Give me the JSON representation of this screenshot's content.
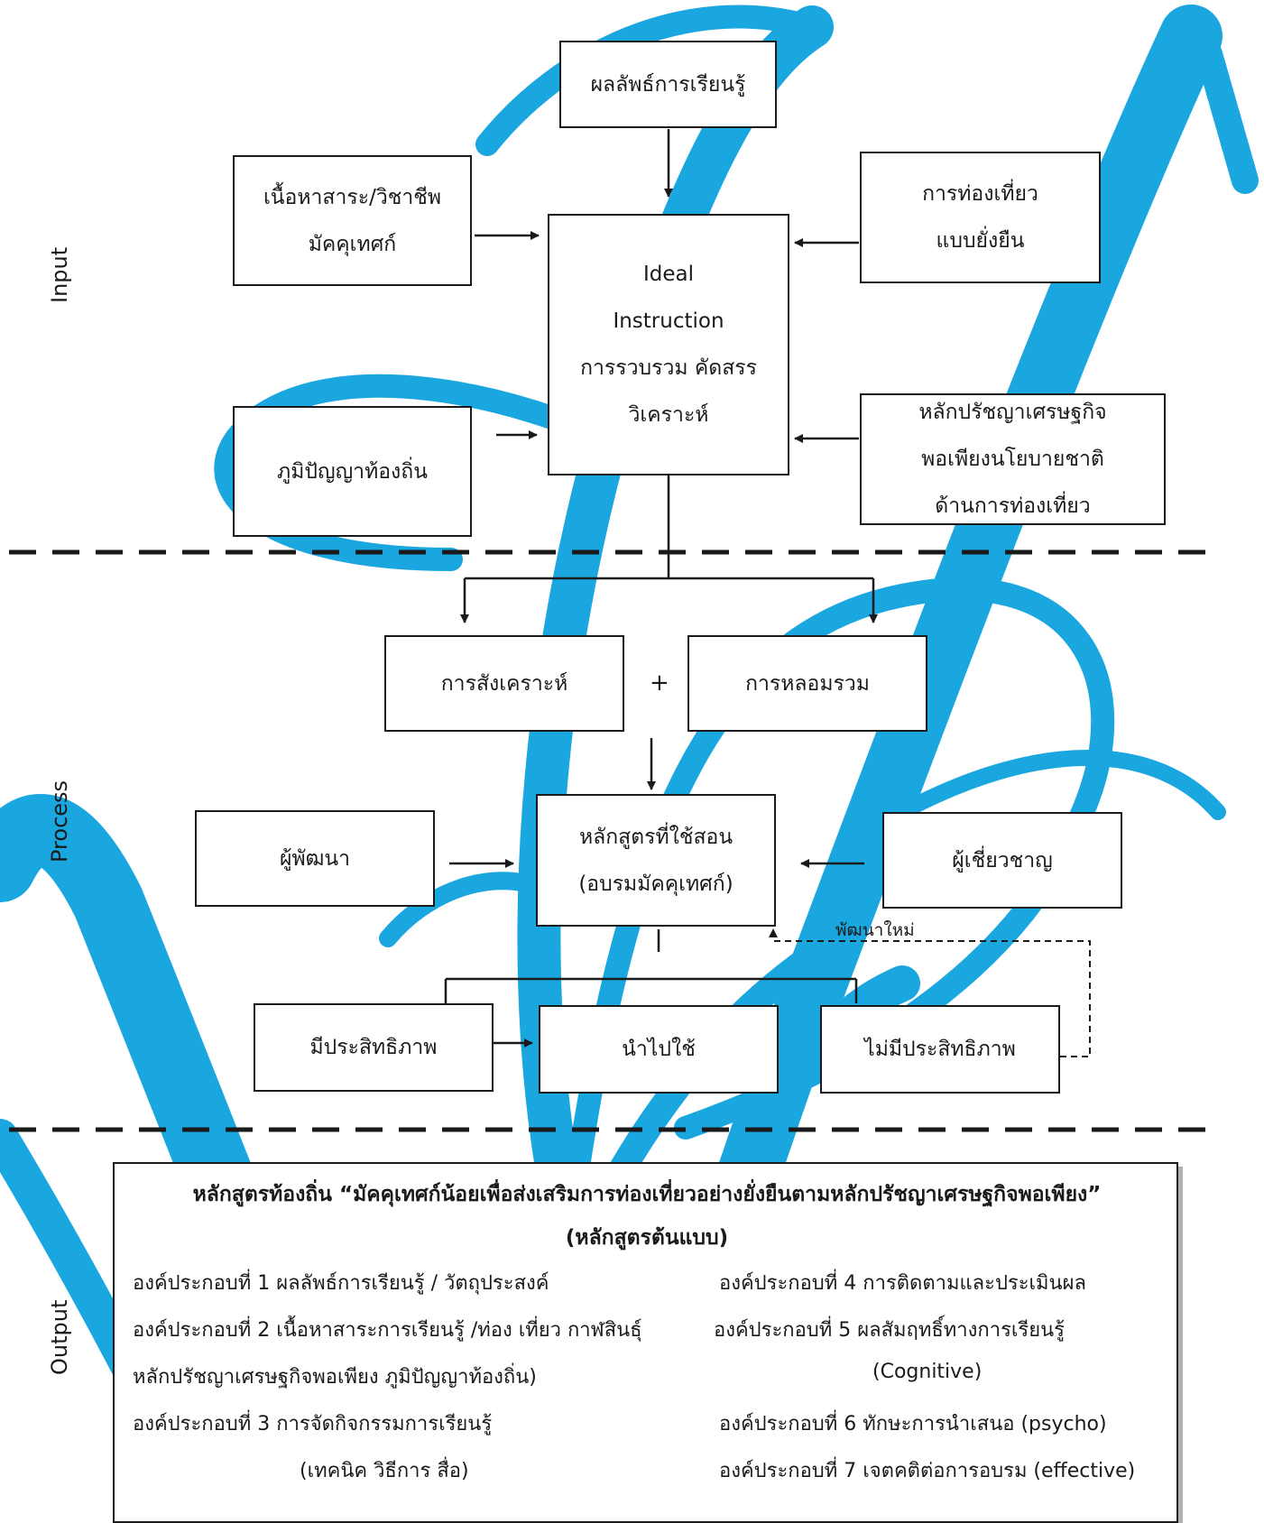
{
  "labels": {
    "input": "Input",
    "process": "Process",
    "output": "Output"
  },
  "boxes": {
    "learning_outcomes": [
      "ผลลัพธ์การเรียนรู้"
    ],
    "content": [
      "เนื้อหาสาระ/วิชาชีพ",
      "มัคคุเทศก์"
    ],
    "tourism": [
      "การท่องเที่ยว",
      "แบบยั่งยืน"
    ],
    "ideal": [
      "Ideal",
      "Instruction",
      "การรวบรวม คัดสรร",
      "วิเคราะห์"
    ],
    "local_wisdom": [
      "ภูมิปัญญาท้องถิ่น"
    ],
    "philosophy": [
      "หลักปรัชญาเศรษฐกิจ",
      "พอเพียงนโยบายชาติ",
      "ด้านการท่องเที่ยว"
    ],
    "synthesis": [
      "การสังเคราะห์"
    ],
    "integration": [
      "การหลอมรวม"
    ],
    "curriculum": [
      "หลักสูตรที่ใช้สอน",
      "(อบรมมัคคุเทศก์)"
    ],
    "developer": [
      "ผู้พัฒนา"
    ],
    "expert": [
      "ผู้เชี่ยวชาญ"
    ],
    "effective": [
      "มีประสิทธิภาพ"
    ],
    "apply": [
      "นำไปใช้"
    ],
    "ineffective": [
      "ไม่มีประสิทธิภาพ"
    ]
  },
  "plus": "+",
  "redevelop_label": "พัฒนาใหม่",
  "output": {
    "title": "หลักสูตรท้องถิ่น “มัคคุเทศก์น้อยเพื่อส่งเสริมการท่องเที่ยวอย่างยั่งยืนตามหลักปรัชญาเศรษฐกิจพอเพียง”",
    "subtitle": "(หลักสูตรต้นแบบ)",
    "left": [
      "องค์ประกอบที่ 1  ผลลัพธ์การเรียนรู้ / วัตถุประสงค์",
      "องค์ประกอบที่ 2  เนื้อหาสาระการเรียนรู้ /ท่อง เที่ยว กาฬสินธุ์",
      "หลักปรัชญาเศรษฐกิจพอเพียง ภูมิปัญญาท้องถิ่น)",
      "องค์ประกอบที่ 3  การจัดกิจกรรมการเรียนรู้",
      "(เทคนิค วิธีการ สื่อ)"
    ],
    "right": [
      "องค์ประกอบที่ 4  การติดตามและประเมินผล",
      "องค์ประกอบที่ 5  ผลสัมฤทธิ์ทางการเรียนรู้",
      "(Cognitive)",
      "องค์ประกอบที่ 6  ทักษะการนำเสนอ (psycho)",
      "องค์ประกอบที่ 7 เจตคติต่อการอบรม (effective)"
    ]
  },
  "colors": {
    "watermark": "#1aa7e0",
    "line": "#1a1a1a"
  }
}
